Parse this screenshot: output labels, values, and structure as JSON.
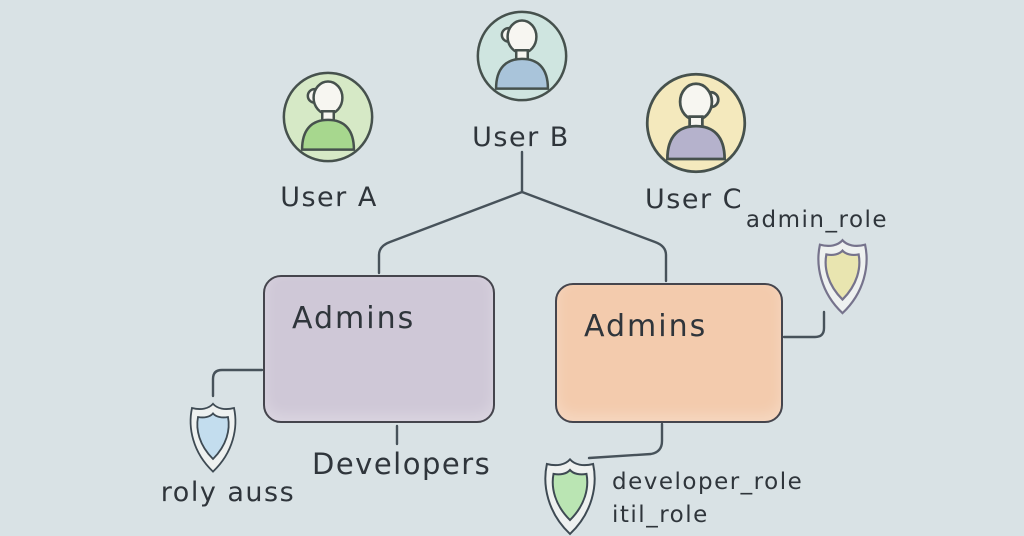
{
  "canvas": {
    "background": "#d9e2e5",
    "line_color": "#47525a",
    "text_color": "#2f353b"
  },
  "users": [
    {
      "label": "User A",
      "circle_fill": "#d6e9c6",
      "shirt_fill": "#a7d78e"
    },
    {
      "label": "User B",
      "circle_fill": "#cfe5e0",
      "shirt_fill": "#a9c4da"
    },
    {
      "label": "User C",
      "circle_fill": "#f4e9bd",
      "shirt_fill": "#b5b2cc"
    }
  ],
  "groups": [
    {
      "label": "Admins",
      "fill": "#cfc8d7"
    },
    {
      "label": "Admins",
      "fill": "#f3cbad"
    }
  ],
  "labels": {
    "developers": "Developers",
    "left_shield": "roly auss",
    "admin_role": "admin_role",
    "developer_role": "developer_role",
    "itil_role": "itil_role"
  },
  "shields": [
    {
      "name": "blue-shield",
      "fill": "#c3ddee"
    },
    {
      "name": "yellow-shield",
      "fill": "#e9e5b0"
    },
    {
      "name": "green-shield",
      "fill": "#bae5b3"
    }
  ]
}
